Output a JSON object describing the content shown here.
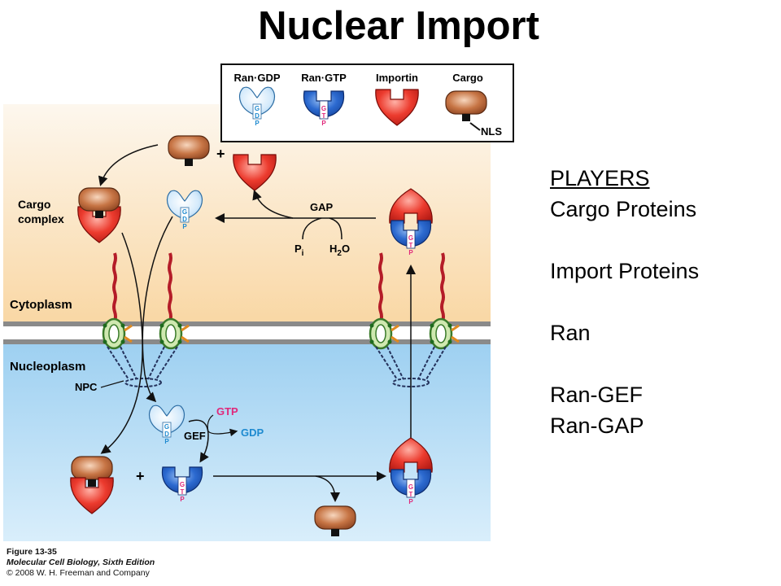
{
  "title": "Nuclear Import",
  "legend": {
    "ran_gdp": "Ran·GDP",
    "ran_gtp": "Ran·GTP",
    "importin": "Importin",
    "cargo": "Cargo",
    "nls": "NLS"
  },
  "diagram": {
    "plus": "+",
    "cargo_complex_line1": "Cargo",
    "cargo_complex_line2": "complex",
    "gap": "GAP",
    "pi_p": "P",
    "pi_i": "i",
    "h2o_h": "H",
    "h2o_2": "2",
    "h2o_o": "O",
    "cytoplasm": "Cytoplasm",
    "nucleoplasm": "Nucleoplasm",
    "npc": "NPC",
    "gtp": "GTP",
    "gdp": "GDP",
    "gef": "GEF",
    "letters_gdp": [
      "G",
      "D",
      "P"
    ],
    "letters_gtp": [
      "G",
      "T",
      "P"
    ]
  },
  "players": {
    "heading": "PLAYERS",
    "items": [
      "Cargo Proteins",
      "Import Proteins",
      "Ran",
      "Ran-GEF",
      "Ran-GAP"
    ]
  },
  "caption": {
    "figure": "Figure 13-35",
    "book": "Molecular Cell Biology, Sixth Edition",
    "copyright": "© 2008 W. H. Freeman and Company"
  },
  "colors": {
    "cytoplasm_top": "#fdf7ee",
    "cytoplasm_bottom": "#f9d9a8",
    "nucleoplasm_top": "#9fd2f2",
    "nucleoplasm_bottom": "#d6ecfa",
    "ran_gdp_fill": "#d8ecfa",
    "ran_gtp_fill": "#1e5fc4",
    "importin_fill": "#e8302c",
    "cargo_fill": "#b8643c",
    "gtp_text": "#e0287a",
    "gdp_text": "#1e8ad0"
  }
}
